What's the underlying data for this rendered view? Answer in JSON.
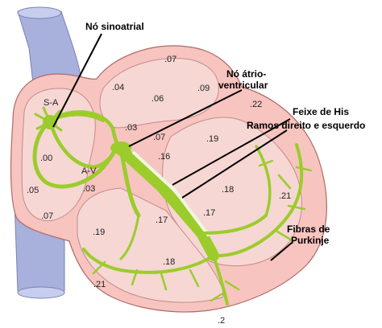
{
  "diagram": {
    "labels": {
      "sa_node": "Nó sinoatrial",
      "av_node_line1": "Nó átrio-",
      "av_node_line2": "ventricular",
      "his_line1": "Feixe de His",
      "his_line2": "Ramos direito e esquerdo",
      "purkinje_line1": "Fibras de",
      "purkinje_line2": "Purkinje",
      "sa_abbrev": "S-A",
      "av_abbrev": "A-V"
    },
    "timings": [
      ".07",
      ".04",
      ".06",
      ".09",
      ".22",
      ".03",
      ".07",
      ".19",
      ".00",
      ".16",
      ".18",
      ".05",
      ".03",
      ".17",
      ".17",
      ".21",
      ".07",
      ".19",
      ".18",
      ".21",
      ".2"
    ],
    "colors": {
      "vessel": "#a8b0dc",
      "wall": "#f7c4c0",
      "chamber": "#f6d7d4",
      "conduction": "#9ccc2c"
    }
  }
}
